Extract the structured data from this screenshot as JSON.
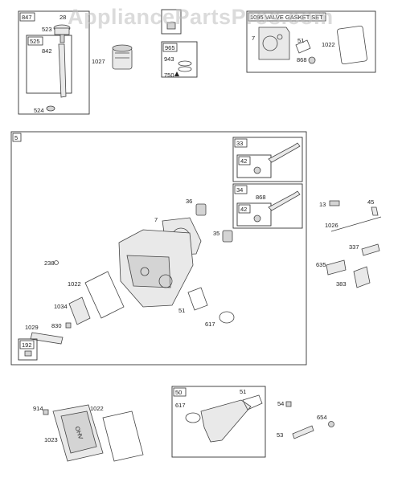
{
  "watermark": "AppliancePartsPros.com",
  "groups": {
    "g847": {
      "number": "847",
      "parts": [
        "523",
        "28",
        "525",
        "842",
        "524"
      ]
    },
    "g965": {
      "number": "965",
      "parts": [
        "943",
        "750"
      ]
    },
    "valve_gasket_set": {
      "title": "1095 VALVE GASKET SET",
      "parts": [
        "7",
        "51",
        "1022",
        "868"
      ]
    },
    "g5": {
      "number": "5"
    },
    "g33": {
      "number": "33",
      "parts": [
        "42"
      ]
    },
    "g34": {
      "number": "34",
      "parts": [
        "868",
        "42"
      ]
    },
    "g192": {
      "number": "192"
    },
    "g50": {
      "number": "50",
      "parts": [
        "617",
        "51"
      ]
    }
  },
  "callouts": {
    "p1027": "1027",
    "p238": "238",
    "p36": "36",
    "p7": "7",
    "p35": "35",
    "p1022a": "1022",
    "p1034": "1034",
    "p830": "830",
    "p1029": "1029",
    "p51": "51",
    "p617": "617",
    "p13": "13",
    "p45": "45",
    "p1026": "1026",
    "p337": "337",
    "p635": "635",
    "p383": "383",
    "p914": "914",
    "p1022b": "1022",
    "p1023": "1023",
    "p54": "54",
    "p654": "654",
    "p53": "53"
  },
  "stamp_text": "OHV"
}
